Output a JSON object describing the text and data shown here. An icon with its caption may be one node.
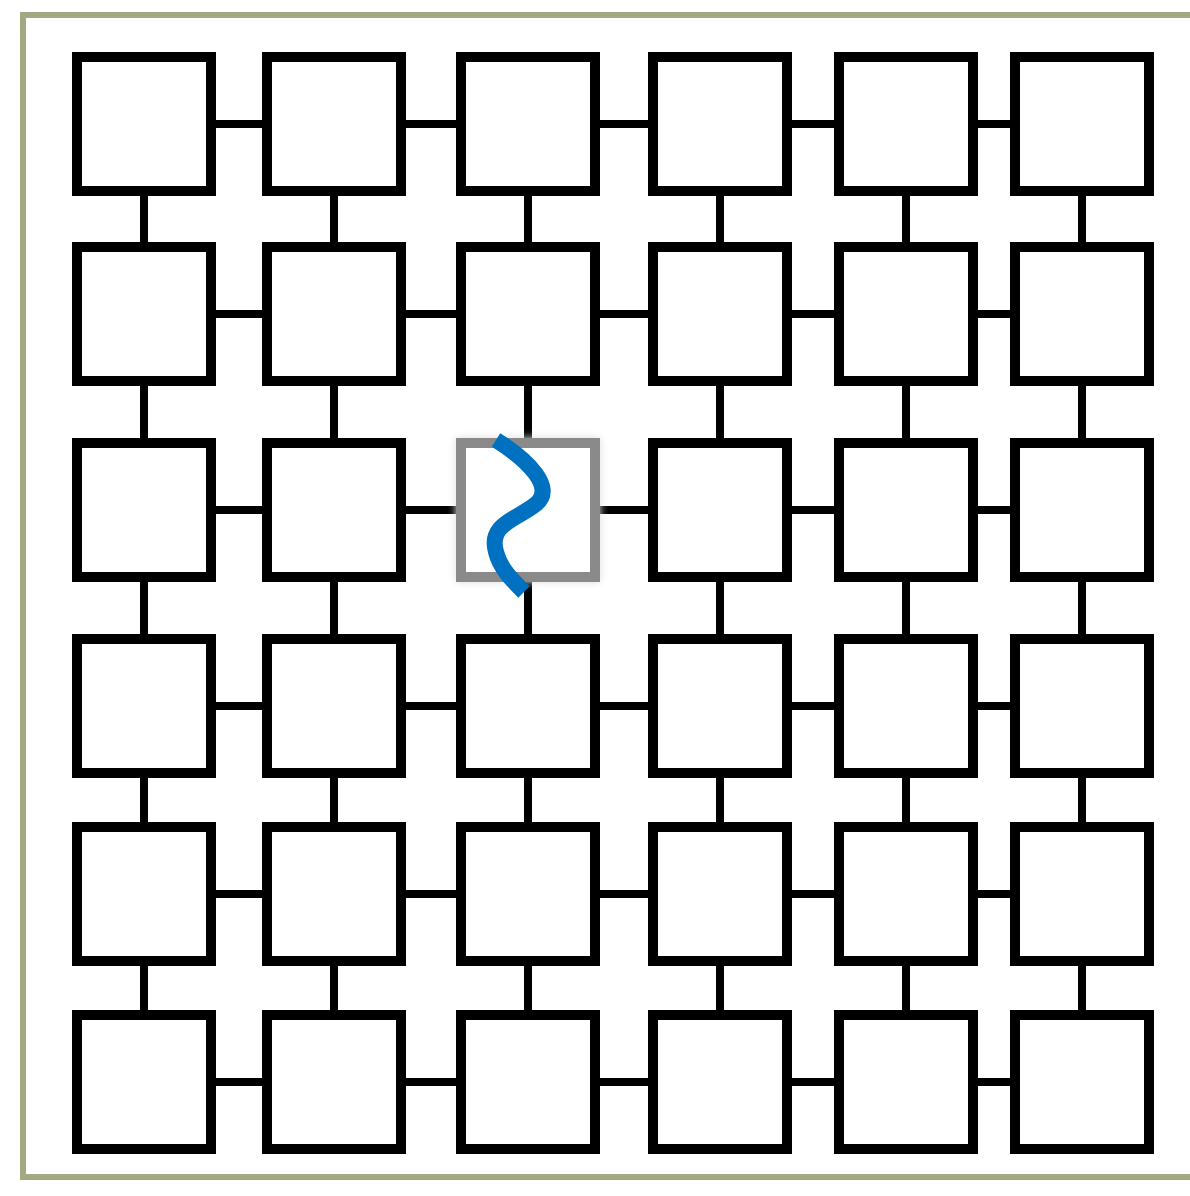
{
  "diagram": {
    "nodes": [
      {
        "text": [],
        "shape": "box"
      },
      {
        "text": [],
        "shape": "box"
      },
      {
        "text": [],
        "shape": "box"
      },
      {
        "text": [],
        "shape": "box"
      },
      {
        "text": [],
        "shape": "box"
      },
      {
        "text": [],
        "shape": "box"
      },
      {
        "text": [],
        "shape": "box"
      },
      {
        "text": [],
        "shape": "box"
      },
      {
        "text": [],
        "shape": "box"
      },
      {
        "text": [],
        "shape": "box"
      },
      {
        "text": [],
        "shape": "box"
      },
      {
        "text": [],
        "shape": "box"
      },
      {
        "text": [],
        "shape": "box"
      },
      {
        "text": [],
        "shape": "box"
      },
      {
        "text": [],
        "shape": "box"
      },
      {
        "text": [],
        "shape": "box"
      },
      {
        "text": [],
        "shape": "box"
      },
      {
        "text": [],
        "shape": "box"
      },
      {
        "text": [],
        "shape": "box"
      },
      {
        "text": [],
        "shape": "box"
      },
      {
        "text": [],
        "shape": "box"
      },
      {
        "text": [],
        "shape": "box"
      },
      {
        "text": [],
        "shape": "box"
      },
      {
        "text": [],
        "shape": "box"
      },
      {
        "text": [],
        "shape": "box"
      },
      {
        "text": [],
        "shape": "box"
      },
      {
        "text": [],
        "shape": "box"
      },
      {
        "text": [],
        "shape": "box"
      },
      {
        "text": [],
        "shape": "box"
      },
      {
        "text": [],
        "shape": "box"
      },
      {
        "text": [],
        "shape": "box"
      },
      {
        "text": [],
        "shape": "box"
      },
      {
        "text": [],
        "shape": "box"
      },
      {
        "text": [],
        "shape": "box"
      },
      {
        "text": [],
        "shape": "box"
      },
      {
        "text": [],
        "shape": "box"
      }
    ],
    "edges": [
      {
        "from": 0,
        "to": 1,
        "arrow": "none"
      },
      {
        "from": 1,
        "to": 2,
        "arrow": "none"
      },
      {
        "from": 2,
        "to": 3,
        "arrow": "none"
      },
      {
        "from": 3,
        "to": 4,
        "arrow": "none"
      },
      {
        "from": 4,
        "to": 5,
        "arrow": "none"
      },
      {
        "from": 0,
        "to": 6,
        "arrow": "none"
      },
      {
        "from": 1,
        "to": 7,
        "arrow": "none"
      },
      {
        "from": 2,
        "to": 8,
        "arrow": "none"
      },
      {
        "from": 3,
        "to": 9,
        "arrow": "none"
      },
      {
        "from": 4,
        "to": 10,
        "arrow": "none"
      },
      {
        "from": 5,
        "to": 11,
        "arrow": "none"
      },
      {
        "from": 6,
        "to": 7,
        "arrow": "none"
      },
      {
        "from": 7,
        "to": 8,
        "arrow": "none"
      },
      {
        "from": 8,
        "to": 9,
        "arrow": "none"
      },
      {
        "from": 9,
        "to": 10,
        "arrow": "none"
      },
      {
        "from": 10,
        "to": 11,
        "arrow": "none"
      },
      {
        "from": 6,
        "to": 12,
        "arrow": "none"
      },
      {
        "from": 7,
        "to": 13,
        "arrow": "none"
      },
      {
        "from": 8,
        "to": 14,
        "arrow": "none"
      },
      {
        "from": 9,
        "to": 15,
        "arrow": "none"
      },
      {
        "from": 10,
        "to": 16,
        "arrow": "none"
      },
      {
        "from": 11,
        "to": 17,
        "arrow": "none"
      },
      {
        "from": 12,
        "to": 13,
        "arrow": "none"
      },
      {
        "from": 13,
        "to": 14,
        "arrow": "none"
      },
      {
        "from": 14,
        "to": 15,
        "arrow": "none"
      },
      {
        "from": 15,
        "to": 16,
        "arrow": "none"
      },
      {
        "from": 16,
        "to": 17,
        "arrow": "none"
      },
      {
        "from": 12,
        "to": 18,
        "arrow": "none"
      },
      {
        "from": 13,
        "to": 19,
        "arrow": "none"
      },
      {
        "from": 14,
        "to": 20,
        "arrow": "none"
      },
      {
        "from": 15,
        "to": 21,
        "arrow": "none"
      },
      {
        "from": 16,
        "to": 22,
        "arrow": "none"
      },
      {
        "from": 17,
        "to": 23,
        "arrow": "none"
      },
      {
        "from": 18,
        "to": 19,
        "arrow": "none"
      },
      {
        "from": 19,
        "to": 20,
        "arrow": "none"
      },
      {
        "from": 20,
        "to": 21,
        "arrow": "none"
      },
      {
        "from": 21,
        "to": 22,
        "arrow": "none"
      },
      {
        "from": 22,
        "to": 23,
        "arrow": "none"
      },
      {
        "from": 18,
        "to": 24,
        "arrow": "none"
      },
      {
        "from": 19,
        "to": 25,
        "arrow": "none"
      },
      {
        "from": 20,
        "to": 26,
        "arrow": "none"
      },
      {
        "from": 21,
        "to": 27,
        "arrow": "none"
      },
      {
        "from": 22,
        "to": 28,
        "arrow": "none"
      },
      {
        "from": 23,
        "to": 29,
        "arrow": "none"
      },
      {
        "from": 24,
        "to": 25,
        "arrow": "none"
      },
      {
        "from": 25,
        "to": 26,
        "arrow": "none"
      },
      {
        "from": 26,
        "to": 27,
        "arrow": "none"
      },
      {
        "from": 27,
        "to": 28,
        "arrow": "none"
      },
      {
        "from": 28,
        "to": 29,
        "arrow": "none"
      },
      {
        "from": 24,
        "to": 30,
        "arrow": "none"
      },
      {
        "from": 25,
        "to": 31,
        "arrow": "none"
      },
      {
        "from": 26,
        "to": 32,
        "arrow": "none"
      },
      {
        "from": 27,
        "to": 33,
        "arrow": "none"
      },
      {
        "from": 28,
        "to": 34,
        "arrow": "none"
      },
      {
        "from": 29,
        "to": 35,
        "arrow": "none"
      },
      {
        "from": 30,
        "to": 31,
        "arrow": "none"
      },
      {
        "from": 31,
        "to": 32,
        "arrow": "none"
      },
      {
        "from": 32,
        "to": 33,
        "arrow": "none"
      },
      {
        "from": 33,
        "to": 34,
        "arrow": "none"
      },
      {
        "from": 34,
        "to": 35,
        "arrow": "none"
      }
    ]
  }
}
